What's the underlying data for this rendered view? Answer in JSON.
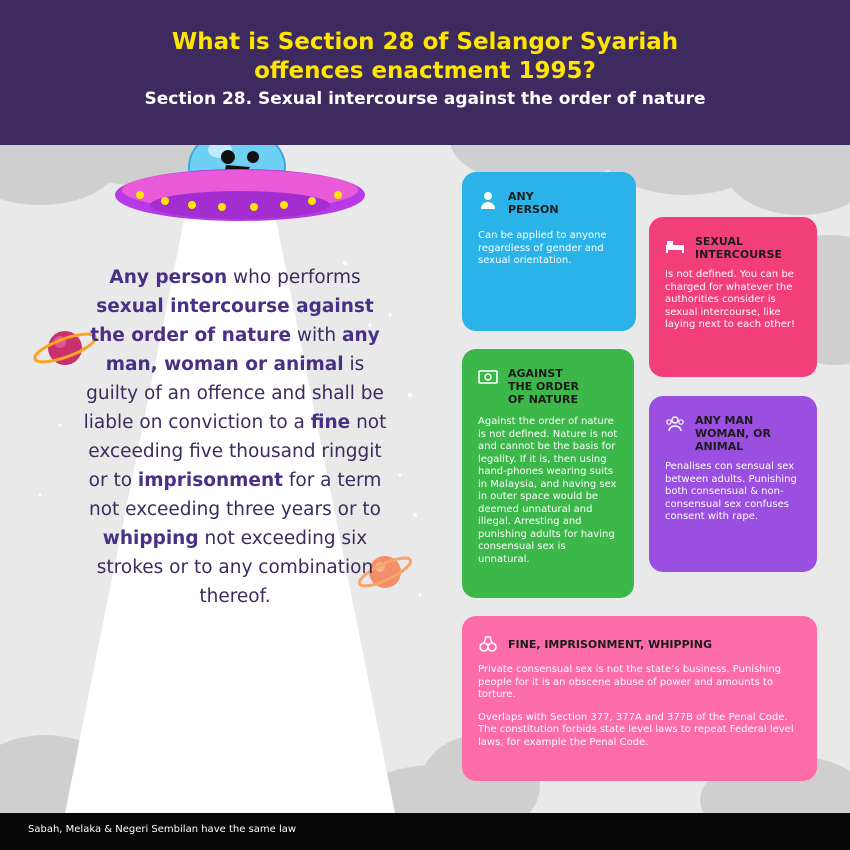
{
  "header": {
    "title_line1": "What is Section 28 of Selangor Syariah",
    "title_line2": "offences enactment 1995?",
    "subtitle": "Section 28. Sexual intercourse against the order of nature"
  },
  "statute": {
    "p1": "Any person",
    "p2": " who performs ",
    "p3": "sexual intercourse against the order of nature",
    "p4": " with ",
    "p5": "any man, woman or animal",
    "p6": " is guilty of an offence and shall be liable on conviction to a ",
    "p7": "fine",
    "p8": " not exceeding five thousand ringgit or to ",
    "p9": "imprisonment",
    "p10": " for a term not exceeding three years or to ",
    "p11": "whipping",
    "p12": " not exceeding six strokes or to any combination thereof."
  },
  "cards": {
    "any_person": {
      "title": "ANY PERSON",
      "body": "Can be applied to anyone regardless of gender and sexual orientation.",
      "icon": "person-icon",
      "color": "#29b3e8"
    },
    "sexual_intercourse": {
      "title": "SEXUAL INTERCOURSE",
      "body": "Is not defined. You can be charged for whatever the authorities consider is sexual intercourse, like laying next to each other!",
      "icon": "bed-icon",
      "color": "#f23f7a"
    },
    "against_nature": {
      "title": "AGAINST THE ORDER OF NATURE",
      "body": "Against the order of nature is not defined. Nature is not and cannot be the basis for legality. If it is, then using hand-phones wearing suits in Malaysia, and having sex in outer space  would be deemed unnatural and illegal. Arresting and punishing adults for having consensual sex is unnatural.",
      "icon": "money-icon",
      "color": "#3cb84a"
    },
    "any_man": {
      "title": "ANY MAN WOMAN, OR ANIMAL",
      "body": "Penalises con sensual sex between adults. Punishing both consensual & non-consensual sex confuses consent with rape.",
      "icon": "group-icon",
      "color": "#9a4fe0"
    },
    "fine": {
      "title": "FINE, IMPRISONMENT, WHIPPING",
      "body1": "Private consensual sex is not the state’s business. Punishing people for it is an obscene abuse of power and amounts to torture.",
      "body2": "Overlaps with Section 377, 377A and 377B of the Penal Code. The constitution forbids state level laws to repeat Federal level laws, for example the Penal Code.",
      "icon": "handcuffs-icon",
      "color": "#fb6ca9"
    }
  },
  "footer": {
    "text": "Sabah, Melaka & Negeri Sembilan have the same law"
  }
}
